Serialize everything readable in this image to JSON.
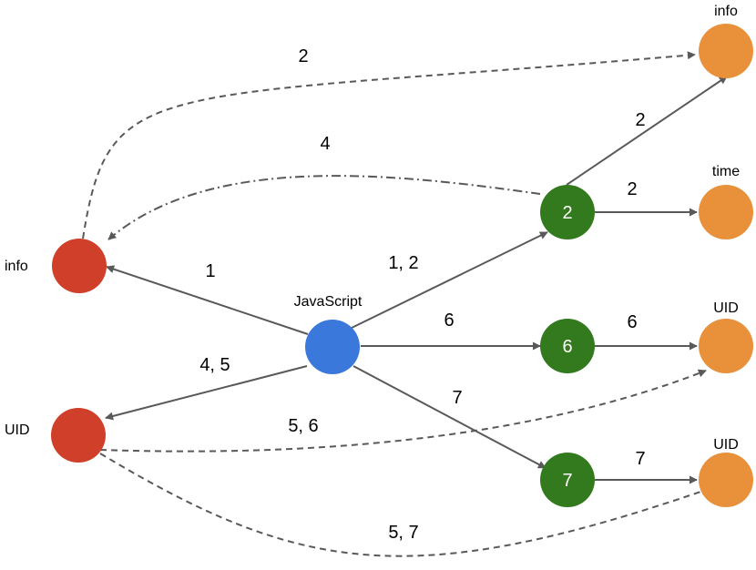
{
  "colors": {
    "javascript_node": "#3b78db",
    "source_nodes": "#cf3f29",
    "intermediate_nodes": "#337a1f",
    "sink_nodes": "#e8913a",
    "edge": "#595959"
  },
  "nodes": {
    "javascript": {
      "caption": "JavaScript"
    },
    "info_source": {
      "caption": "info"
    },
    "uid_source": {
      "caption": "UID"
    },
    "node_2": {
      "number": "2"
    },
    "node_6": {
      "number": "6"
    },
    "node_7": {
      "number": "7"
    },
    "info_sink": {
      "caption": "info"
    },
    "time_sink": {
      "caption": "time"
    },
    "uid_sink_top": {
      "caption": "UID"
    },
    "uid_sink_bottom": {
      "caption": "UID"
    }
  },
  "edge_labels": {
    "js_to_info": "1",
    "js_to_node2": "1, 2",
    "js_to_node6": "6",
    "js_to_node7": "7",
    "js_to_uid": "4, 5",
    "node2_to_info": "2",
    "node2_to_time": "2",
    "node6_to_uid": "6",
    "node7_to_uid": "7",
    "info_to_info_dashed": "2",
    "node2_to_info_dashdot": "4",
    "uid_to_uid_top_dashed": "5, 6",
    "uid_to_uid_bottom_dashed": "5, 7"
  }
}
